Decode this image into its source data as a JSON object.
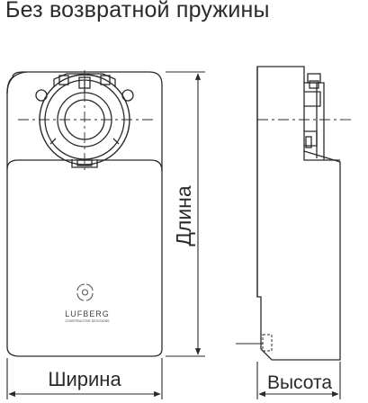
{
  "title": "Без возвратной пружины",
  "dimensions": {
    "width_label": "Ширина",
    "length_label": "Длина",
    "height_label": "Высота"
  },
  "logo": {
    "name": "LUFBERG",
    "tagline": "CONSTRUCTIVE DECISIONS"
  }
}
